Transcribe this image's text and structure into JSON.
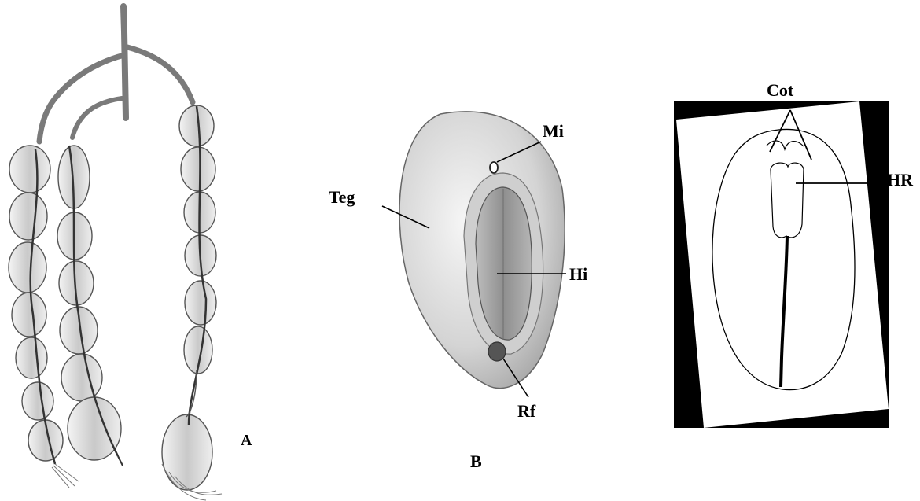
{
  "panel_a": {
    "panel_label": "A"
  },
  "panel_b": {
    "panel_label": "B",
    "labels": {
      "micropyle": "Mi",
      "tegmen": "Teg",
      "hilum": "Hi",
      "raphe": "Rf"
    }
  },
  "panel_c": {
    "labels": {
      "cotyledons": "Cot",
      "hypocotyl_radicle": "HR"
    }
  },
  "colors": {
    "ink": "#000000",
    "pencil_dark": "#3a3a3a",
    "pencil_mid": "#8a8a8a",
    "pencil_light": "#d6d6d6",
    "background": "#ffffff"
  }
}
